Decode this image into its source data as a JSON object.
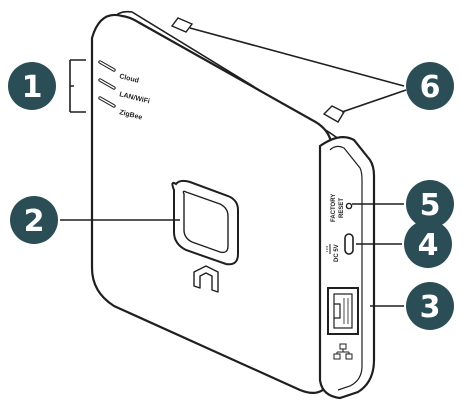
{
  "device": {
    "led_labels": [
      "Cloud",
      "LAN/WiFi",
      "ZigBee"
    ],
    "reset_label_line1": "FACTORY",
    "reset_label_line2": "RESET",
    "power_label": "DC 5V",
    "power_icon": "dc-polarity-icon",
    "network_icon": "network-icon",
    "logo_icon": "brand-logo-icon"
  },
  "callouts": [
    {
      "number": "1"
    },
    {
      "number": "2"
    },
    {
      "number": "3"
    },
    {
      "number": "4"
    },
    {
      "number": "5"
    },
    {
      "number": "6"
    }
  ],
  "colors": {
    "callout_fill": "#2b4d55",
    "outline": "#1f1f1f",
    "body": "#ffffff"
  }
}
